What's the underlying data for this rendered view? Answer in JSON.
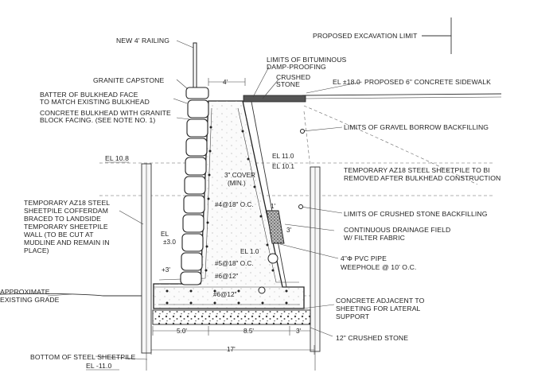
{
  "labels": {
    "railing": "NEW 4' RAILING",
    "excavation": "PROPOSED EXCAVATION LIMIT",
    "damp1": "LIMITS OF BITUMINOUS",
    "damp2": "DAMP-PROOFING",
    "crushed1": "CRUSHED",
    "crushed2": "STONE",
    "capstone": "GRANITE CAPSTONE",
    "el18": "EL ±18.0",
    "sidewalk": "PROPOSED 6\" CONCRETE SIDEWALK",
    "batter1": "BATTER OF BULKHEAD FACE",
    "batter2": "TO MATCH EXISTING BULKHEAD",
    "concbulk1": "CONCRETE BULKHEAD WITH GRANITE",
    "concbulk2": "BLOCK FACING. (SEE NOTE NO. 1)",
    "gravel": "LIMITS OF GRAVEL BORROW BACKFILLING",
    "el108": "EL 10.8",
    "el110": "EL 11.0",
    "el101": "EL 10.1",
    "tempright1": "TEMPORARY AZ18 STEEL SHEETPILE TO BI",
    "tempright2": "REMOVED AFTER BULKHEAD CONSTRUCTION",
    "cover1": "3\" COVER",
    "cover2": "(MIN.)",
    "bar4": "#4@18\" O.C.",
    "dim1": "1'",
    "dim3a": "3'",
    "crushedback": "LIMITS OF CRUSHED STONE BACKFILLING",
    "templeft": [
      "TEMPORARY AZ18 STEEL",
      "SHEETPILE COFFERDAM",
      "BRACED TO LANDSIDE",
      "TEMPORARY SHEETPILE",
      "WALL (TO BE CUT AT",
      "MUDLINE AND REMAIN IN",
      "PLACE)"
    ],
    "el30a": "EL",
    "el30b": "±3.0",
    "drain1": "CONTINUOUS DRAINAGE FIELD",
    "drain2": "W/ FILTER FABRIC",
    "el10": "EL 1.0",
    "bar5": "#5@18\" O.C.",
    "pipe1": "4\"Φ PVC PIPE",
    "pipe2": "WEEPHOLE @ 10' O.C.",
    "plus3": "+3'",
    "bar6a": "#6@12\"",
    "bar6b": "#6@12\"",
    "grade1": "APPROXIMATE",
    "grade2": "EXISTING GRADE",
    "concadj1": "CONCRETE ADJACENT TO",
    "concadj2": "SHEETING FOR LATERAL",
    "concadj3": "SUPPORT",
    "dim4": "4'",
    "dim50": "5.0'",
    "dim85": "8.5'",
    "dim3b": "3'",
    "crushed12": "12\" CRUSHED STONE",
    "dim17": "17'",
    "bottom1": "BOTTOM OF STEEL SHEETPILE",
    "bottom2": "EL -11.0"
  }
}
